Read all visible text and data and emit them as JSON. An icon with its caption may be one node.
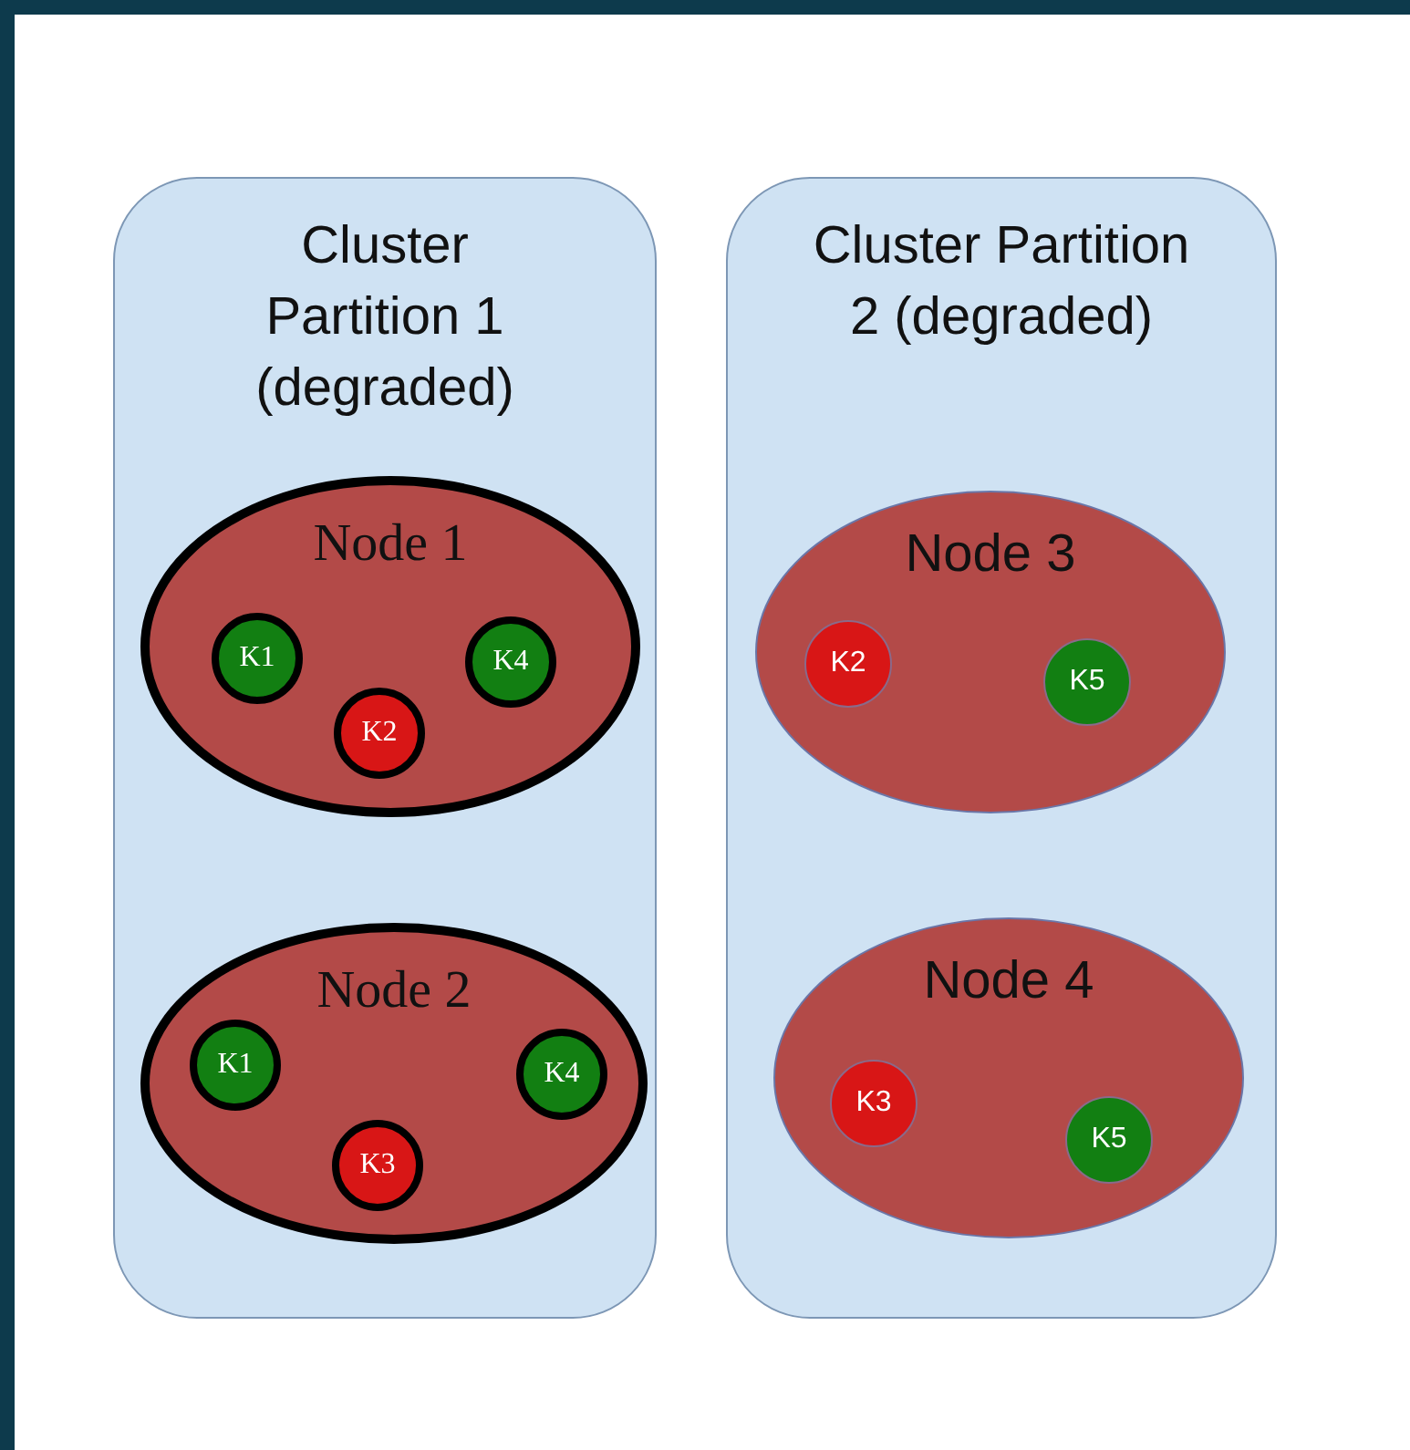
{
  "diagram": {
    "nodes": [
      {
        "text": [
          "Cluster Partition 1 (degraded)"
        ]
      },
      {
        "text": [
          "Node 1"
        ],
        "in": 0
      },
      {
        "text": [
          "K1"
        ],
        "in": 1
      },
      {
        "text": [
          "K4"
        ],
        "in": 1
      },
      {
        "text": [
          "K2"
        ],
        "in": 1
      },
      {
        "text": [
          "Node 2"
        ],
        "in": 0
      },
      {
        "text": [
          "K1"
        ],
        "in": 5
      },
      {
        "text": [
          "K4"
        ],
        "in": 5
      },
      {
        "text": [
          "K3"
        ],
        "in": 5
      },
      {
        "text": [
          "Cluster Partition 2 (degraded)"
        ]
      },
      {
        "text": [
          "Node 3"
        ],
        "in": 9
      },
      {
        "text": [
          "K2"
        ],
        "in": 10
      },
      {
        "text": [
          "K5"
        ],
        "in": 10
      },
      {
        "text": [
          "Node 4"
        ],
        "in": 9
      },
      {
        "text": [
          "K3"
        ],
        "in": 13
      },
      {
        "text": [
          "K5"
        ],
        "in": 13
      }
    ]
  }
}
